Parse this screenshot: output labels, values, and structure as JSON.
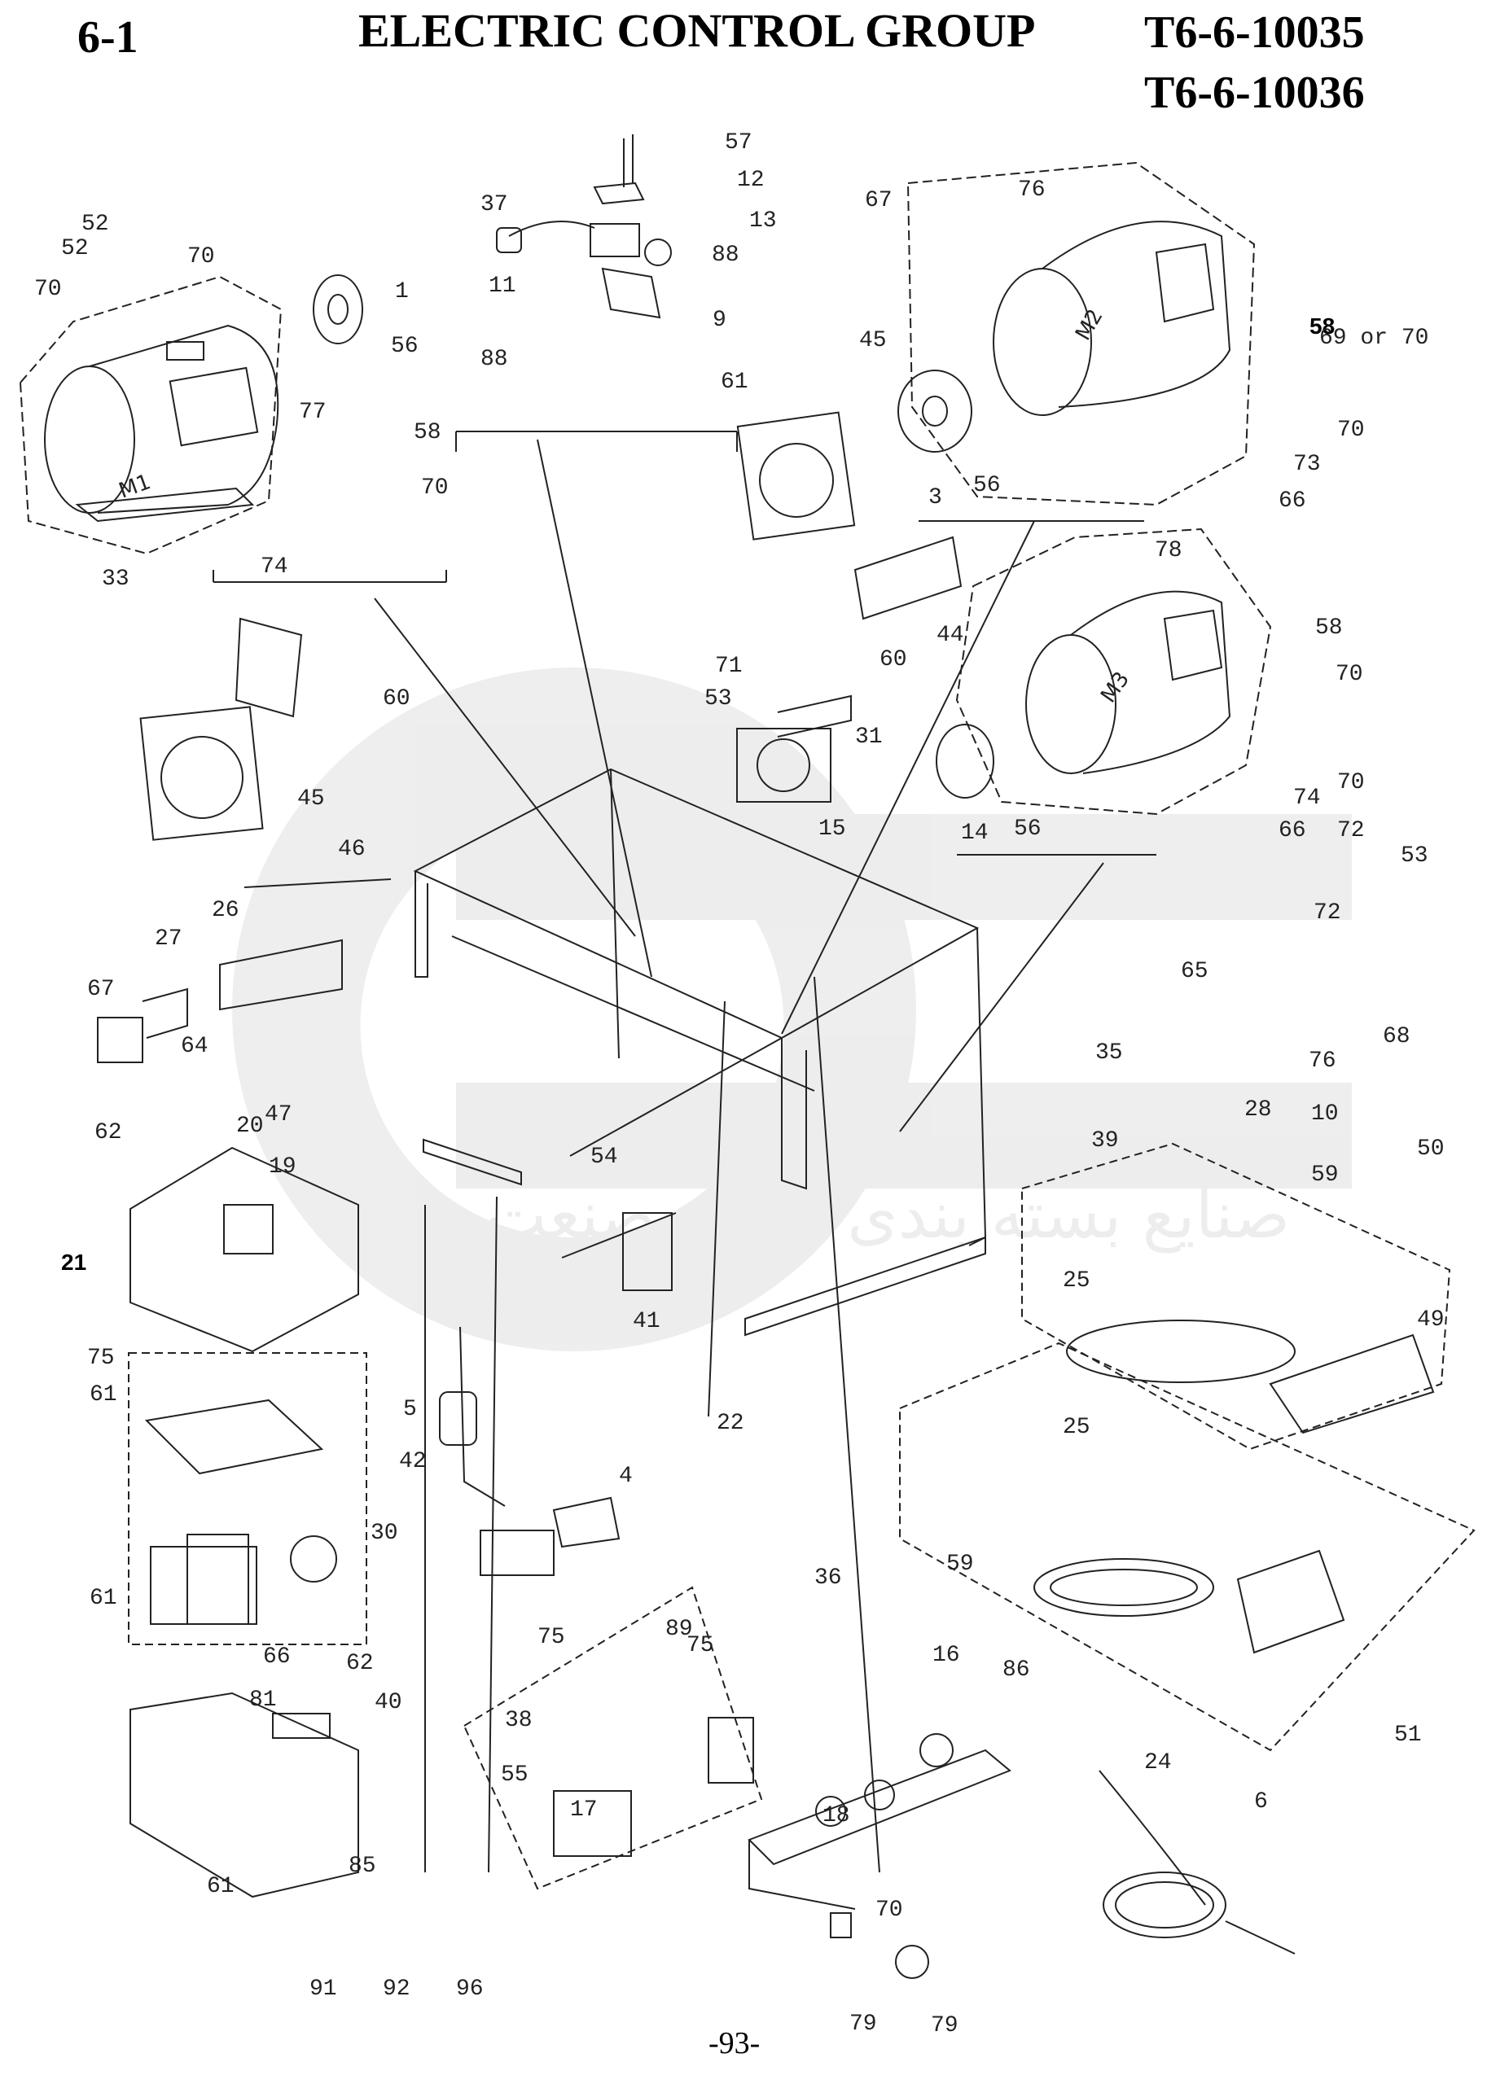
{
  "header": {
    "section": "6-1",
    "title": "ELECTRIC CONTROL GROUP",
    "model_numbers": [
      "T6-6-10035",
      "T6-6-10036"
    ]
  },
  "footer": {
    "page_number": "-93-"
  },
  "watermark_text": "صنایع بسته بندی تهران صنعت",
  "callouts": [
    "1",
    "3",
    "4",
    "5",
    "6",
    "9",
    "10",
    "11",
    "12",
    "13",
    "14",
    "15",
    "16",
    "17",
    "18",
    "19",
    "20",
    "21",
    "22",
    "24",
    "25",
    "25",
    "26",
    "27",
    "28",
    "30",
    "31",
    "33",
    "35",
    "36",
    "37",
    "38",
    "39",
    "40",
    "41",
    "42",
    "44",
    "45",
    "45",
    "46",
    "47",
    "49",
    "50",
    "51",
    "52",
    "52",
    "53",
    "53",
    "54",
    "55",
    "56",
    "56",
    "56",
    "57",
    "58",
    "58",
    "58",
    "59",
    "59",
    "60",
    "60",
    "61",
    "61",
    "61",
    "61",
    "62",
    "62",
    "64",
    "65",
    "66",
    "66",
    "66",
    "67",
    "67",
    "68",
    "69 or 70",
    "70",
    "70",
    "70",
    "70",
    "70",
    "70",
    "70",
    "71",
    "72",
    "72",
    "73",
    "74",
    "74",
    "75",
    "75",
    "75",
    "76",
    "76",
    "77",
    "78",
    "79",
    "79",
    "81",
    "85",
    "86",
    "88",
    "88",
    "89",
    "91",
    "92",
    "96"
  ],
  "motor_labels": [
    "M1",
    "M2",
    "M3"
  ]
}
